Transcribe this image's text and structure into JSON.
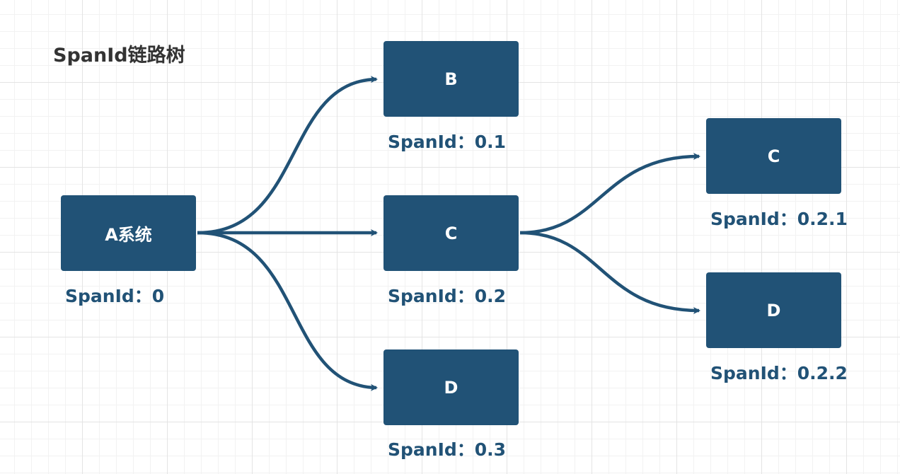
{
  "title": "SpanId链路树",
  "nodes": {
    "a": {
      "label": "A系统",
      "span": "SpanId：0"
    },
    "b": {
      "label": "B",
      "span": "SpanId：0.1"
    },
    "c": {
      "label": "C",
      "span": "SpanId：0.2"
    },
    "d": {
      "label": "D",
      "span": "SpanId：0.3"
    },
    "c2": {
      "label": "C",
      "span": "SpanId：0.2.1"
    },
    "d2": {
      "label": "D",
      "span": "SpanId：0.2.2"
    }
  },
  "edges": [
    {
      "from": "A系统",
      "to": "B"
    },
    {
      "from": "A系统",
      "to": "C"
    },
    {
      "from": "A系统",
      "to": "D"
    },
    {
      "from": "C",
      "to": "C"
    },
    {
      "from": "C",
      "to": "D"
    }
  ],
  "colors": {
    "node_fill": "#215276",
    "edge": "#215276",
    "label": "#215276",
    "title": "#333333"
  }
}
